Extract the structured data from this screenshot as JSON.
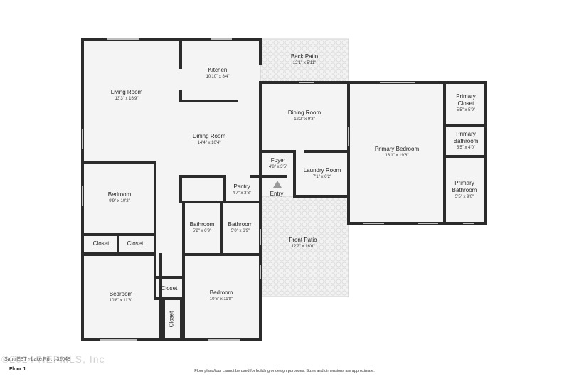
{
  "floor_label": "Floor 1",
  "disclaimer": "Floor plans/tour cannot be used for building or design purposes. Sizes and dimensions are approximate.",
  "address_caption": "Santi EST - Lake Rd ... 32048",
  "watermark": "©2024 NEFMLS, Inc",
  "entry_label": "Entry",
  "colors": {
    "wall": "#2b2b2b",
    "floor": "#f3f3f3",
    "patio_grid": "#dcdcdc",
    "window": "#cfcfcf"
  },
  "rooms": {
    "living_room": {
      "name": "Living Room",
      "dims": "13'3\" x 16'9\""
    },
    "kitchen": {
      "name": "Kitchen",
      "dims": "10'10\" x 8'4\""
    },
    "back_patio": {
      "name": "Back Patio",
      "dims": "12'1\" x 5'11\""
    },
    "dining_room_left": {
      "name": "Dining Room",
      "dims": "14'4\" x 10'4\""
    },
    "dining_room_right": {
      "name": "Dining Room",
      "dims": "12'2\" x 9'3\""
    },
    "foyer": {
      "name": "Foyer",
      "dims": "4'8\" x 3'5\""
    },
    "laundry_room": {
      "name": "Laundry Room",
      "dims": "7'1\" x 6'2\""
    },
    "pantry": {
      "name": "Pantry",
      "dims": "4'7\" x 3'3\""
    },
    "bedroom_1": {
      "name": "Bedroom",
      "dims": "9'9\" x 10'2\""
    },
    "bathroom_1": {
      "name": "Bathroom",
      "dims": "5'2\" x 6'9\""
    },
    "bathroom_2": {
      "name": "Bathroom",
      "dims": "5'0\" x 6'9\""
    },
    "front_patio": {
      "name": "Front Patio",
      "dims": "12'2\" x 16'6\""
    },
    "closet_1": {
      "name": "Closet"
    },
    "closet_2": {
      "name": "Closet"
    },
    "closet_3": {
      "name": "Closet"
    },
    "closet_4": {
      "name": "Closet"
    },
    "bedroom_2": {
      "name": "Bedroom",
      "dims": "10'8\" x 11'8\""
    },
    "bedroom_3": {
      "name": "Bedroom",
      "dims": "10'6\" x 11'8\""
    },
    "primary_bedroom": {
      "name": "Primary Bedroom",
      "dims": "13'1\" x 19'6\""
    },
    "primary_closet": {
      "name": "Primary Closet",
      "dims": "5'5\" x 5'9\""
    },
    "primary_bathroom_1": {
      "name": "Primary Bathroom",
      "dims": "5'5\" x 4'0\""
    },
    "primary_bathroom_2": {
      "name": "Primary Bathroom",
      "dims": "5'5\" x 9'0\""
    }
  }
}
